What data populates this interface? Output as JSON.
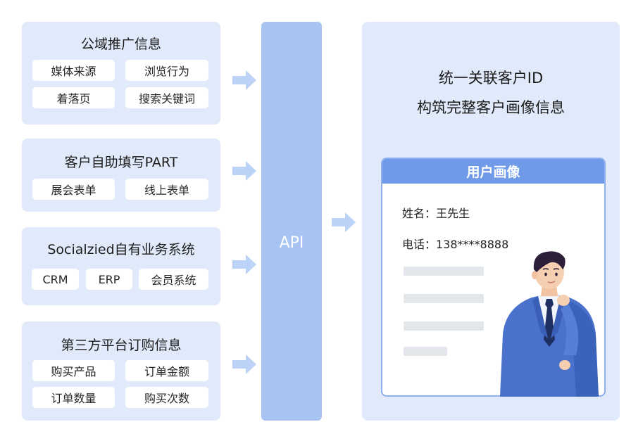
{
  "groups": [
    {
      "title": "公域推广信息",
      "items": [
        "媒体来源",
        "浏览行为",
        "着落页",
        "搜索关键词"
      ]
    },
    {
      "title": "客户自助填写PART",
      "items": [
        "展会表单",
        "线上表单"
      ]
    },
    {
      "title": "Socialzied自有业务系统",
      "items": [
        "CRM",
        "ERP",
        "会员系统"
      ]
    },
    {
      "title": "第三方平台订购信息",
      "items": [
        "购买产品",
        "订单金额",
        "订单数量",
        "购买次数"
      ]
    }
  ],
  "api": {
    "label": "API"
  },
  "right": {
    "headline_line1": "统一关联客户ID",
    "headline_line2": "构筑完整客户画像信息",
    "card": {
      "title": "用户画像",
      "name_field": "姓名：王先生",
      "phone_field": "电话：138****8888"
    }
  },
  "colors": {
    "panel_bg": "#e1eafb",
    "api_bg": "#a6c3f2",
    "card_header": "#6e9ae8",
    "arrow": "#bcd2f7"
  },
  "icons": [
    "arrow-right-icon",
    "businessman-illustration"
  ]
}
